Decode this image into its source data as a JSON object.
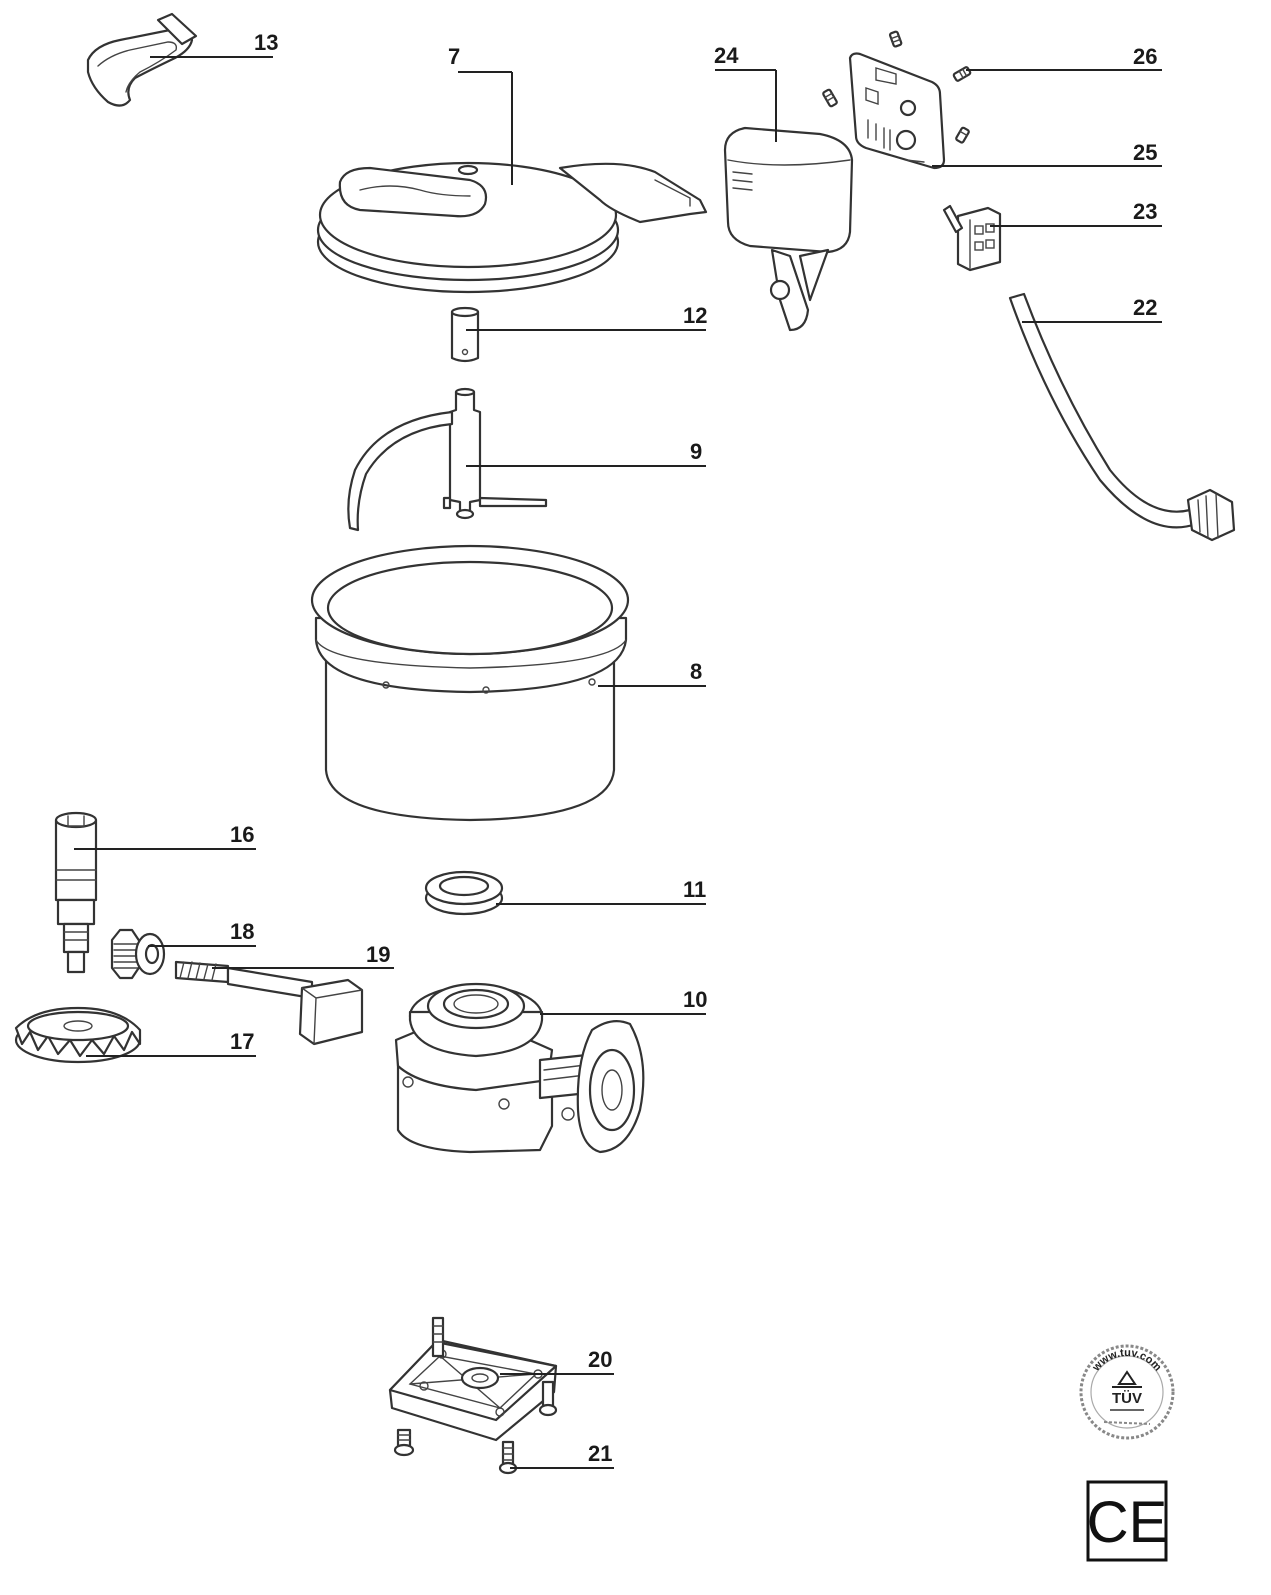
{
  "labels": {
    "p13": "13",
    "p7": "7",
    "p24": "24",
    "p26": "26",
    "p25": "25",
    "p23": "23",
    "p22": "22",
    "p12": "12",
    "p9": "9",
    "p8": "8",
    "p16": "16",
    "p11": "11",
    "p18": "18",
    "p19": "19",
    "p10": "10",
    "p17": "17",
    "p20": "20",
    "p21": "21"
  },
  "marks": {
    "tuv_url": "www.tuv.com",
    "tuv_name": "TÜV",
    "ce": "CE"
  }
}
